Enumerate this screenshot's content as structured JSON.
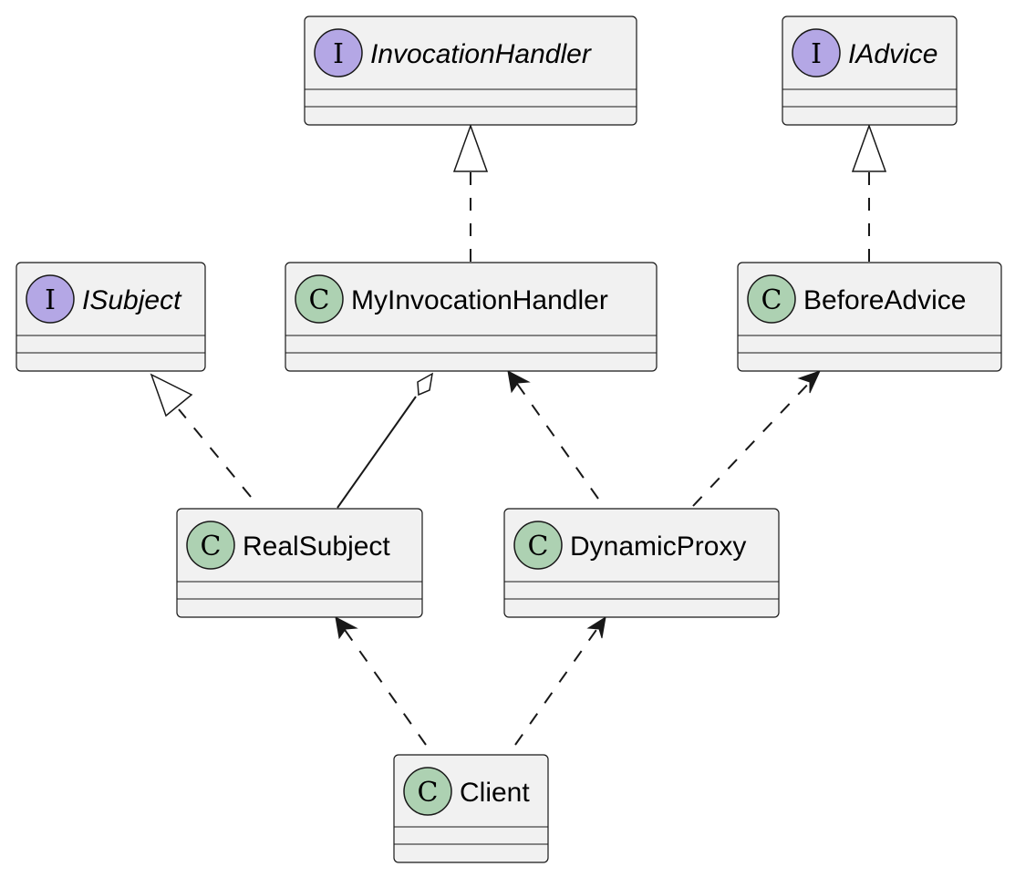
{
  "diagram": {
    "classes": {
      "invocation_handler": {
        "name": "InvocationHandler",
        "kind": "interface",
        "badge": "I"
      },
      "iadvice": {
        "name": "IAdvice",
        "kind": "interface",
        "badge": "I"
      },
      "isubject": {
        "name": "ISubject",
        "kind": "interface",
        "badge": "I"
      },
      "my_invocation_handler": {
        "name": "MyInvocationHandler",
        "kind": "class",
        "badge": "C"
      },
      "before_advice": {
        "name": "BeforeAdvice",
        "kind": "class",
        "badge": "C"
      },
      "real_subject": {
        "name": "RealSubject",
        "kind": "class",
        "badge": "C"
      },
      "dynamic_proxy": {
        "name": "DynamicProxy",
        "kind": "class",
        "badge": "C"
      },
      "client": {
        "name": "Client",
        "kind": "class",
        "badge": "C"
      }
    },
    "relations": [
      {
        "from": "MyInvocationHandler",
        "to": "InvocationHandler",
        "type": "realization"
      },
      {
        "from": "BeforeAdvice",
        "to": "IAdvice",
        "type": "realization"
      },
      {
        "from": "RealSubject",
        "to": "ISubject",
        "type": "realization"
      },
      {
        "from": "RealSubject",
        "to": "MyInvocationHandler",
        "type": "aggregation"
      },
      {
        "from": "DynamicProxy",
        "to": "MyInvocationHandler",
        "type": "dependency"
      },
      {
        "from": "DynamicProxy",
        "to": "BeforeAdvice",
        "type": "dependency"
      },
      {
        "from": "Client",
        "to": "RealSubject",
        "type": "dependency"
      },
      {
        "from": "Client",
        "to": "DynamicProxy",
        "type": "dependency"
      }
    ],
    "colors": {
      "class_badge": "#add1b2",
      "interface_badge": "#b4a7e5",
      "box_fill": "#f1f1f1",
      "line": "#181818"
    }
  }
}
